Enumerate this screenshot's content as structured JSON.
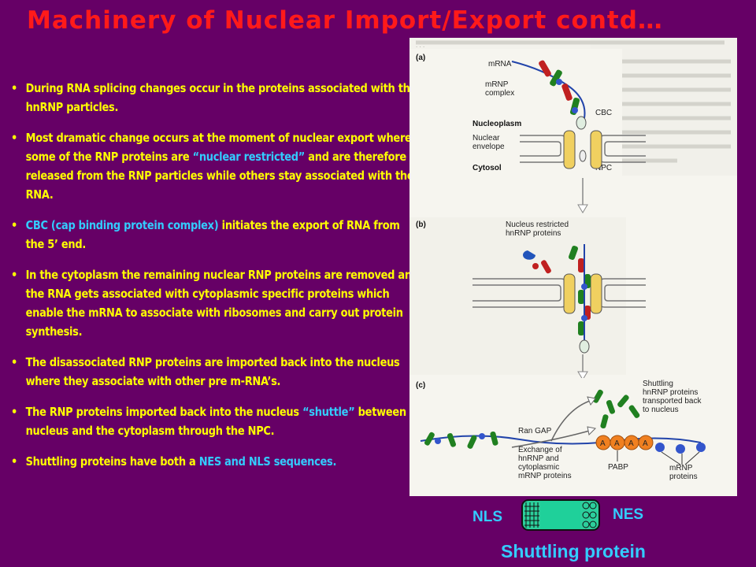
{
  "slide": {
    "title": "Machinery of Nuclear Import/Export contd…",
    "bullets": [
      {
        "segments": [
          {
            "text": "During RNA splicing changes occur in the proteins associated with the hnRNP particles.",
            "color": "yellow"
          }
        ]
      },
      {
        "segments": [
          {
            "text": "Most dramatic change occurs at the moment of nuclear export where some of the RNP proteins are ",
            "color": "yellow"
          },
          {
            "text": "“nuclear restricted”",
            "color": "cyan"
          },
          {
            "text": " and are therefore released  from the RNP particles while others stay associated with the RNA.",
            "color": "yellow"
          }
        ]
      },
      {
        "segments": [
          {
            "text": "CBC",
            "color": "cyan"
          },
          {
            "text": " (cap binding protein complex) ",
            "color": "cyan"
          },
          {
            "text": " initiates the export of RNA from the 5’ end.",
            "color": "yellow"
          }
        ]
      },
      {
        "segments": [
          {
            "text": "In the cytoplasm the remaining nuclear RNP proteins are removed and the RNA gets associated with cytoplasmic specific proteins  which enable the mRNA to associate with ribosomes and carry out protein synthesis.",
            "color": "yellow"
          }
        ]
      },
      {
        "segments": [
          {
            "text": "The disassociated RNP proteins are imported back into the nucleus where they associate with other pre m-RNA’s.",
            "color": "yellow"
          }
        ]
      },
      {
        "segments": [
          {
            "text": "The RNP proteins imported back into the nucleus ",
            "color": "yellow"
          },
          {
            "text": "“shuttle”",
            "color": "cyan"
          },
          {
            "text": " between nucleus and the cytoplasm through the NPC.",
            "color": "yellow"
          }
        ]
      },
      {
        "segments": [
          {
            "text": "Shuttling proteins have both a ",
            "color": "yellow"
          },
          {
            "text": "NES and NLS sequences.",
            "color": "cyan"
          }
        ]
      }
    ],
    "bullet_symbol": "•",
    "colors": {
      "yellow": "#ffff00",
      "cyan": "#33ccff",
      "title": "#ff1a1a",
      "background": "#660066"
    }
  },
  "figure": {
    "panel_a": {
      "label": "(a)",
      "mrna": "mRNA",
      "mrnp_line1": "mRNP",
      "mrnp_line2": "complex",
      "cbc": "CBC",
      "nucleoplasm": "Nucleoplasm",
      "nuclear_line1": "Nuclear",
      "nuclear_line2": "envelope",
      "cytosol": "Cytosol",
      "npc": "NPC"
    },
    "panel_b": {
      "label": "(b)",
      "restricted_line1": "Nucleus restricted",
      "restricted_line2": "hnRNP proteins"
    },
    "panel_c": {
      "label": "(c)",
      "shuttling_line1": "Shuttling",
      "shuttling_line2": "hnRNP proteins",
      "shuttling_line3": "transported back",
      "shuttling_line4": "to nucleus",
      "rangap": "Ran GAP",
      "exchange_line1": "Exchange of",
      "exchange_line2": "hnRNP and",
      "exchange_line3": "cytoplasmic",
      "exchange_line4": "mRNP proteins",
      "pabp": "PABP",
      "mrnp_line1": "mRNP",
      "mrnp_line2": "proteins",
      "polya": "A"
    }
  },
  "labels": {
    "nls": "NLS",
    "nes": "NES",
    "shuttling_protein": "Shuttling protein"
  }
}
